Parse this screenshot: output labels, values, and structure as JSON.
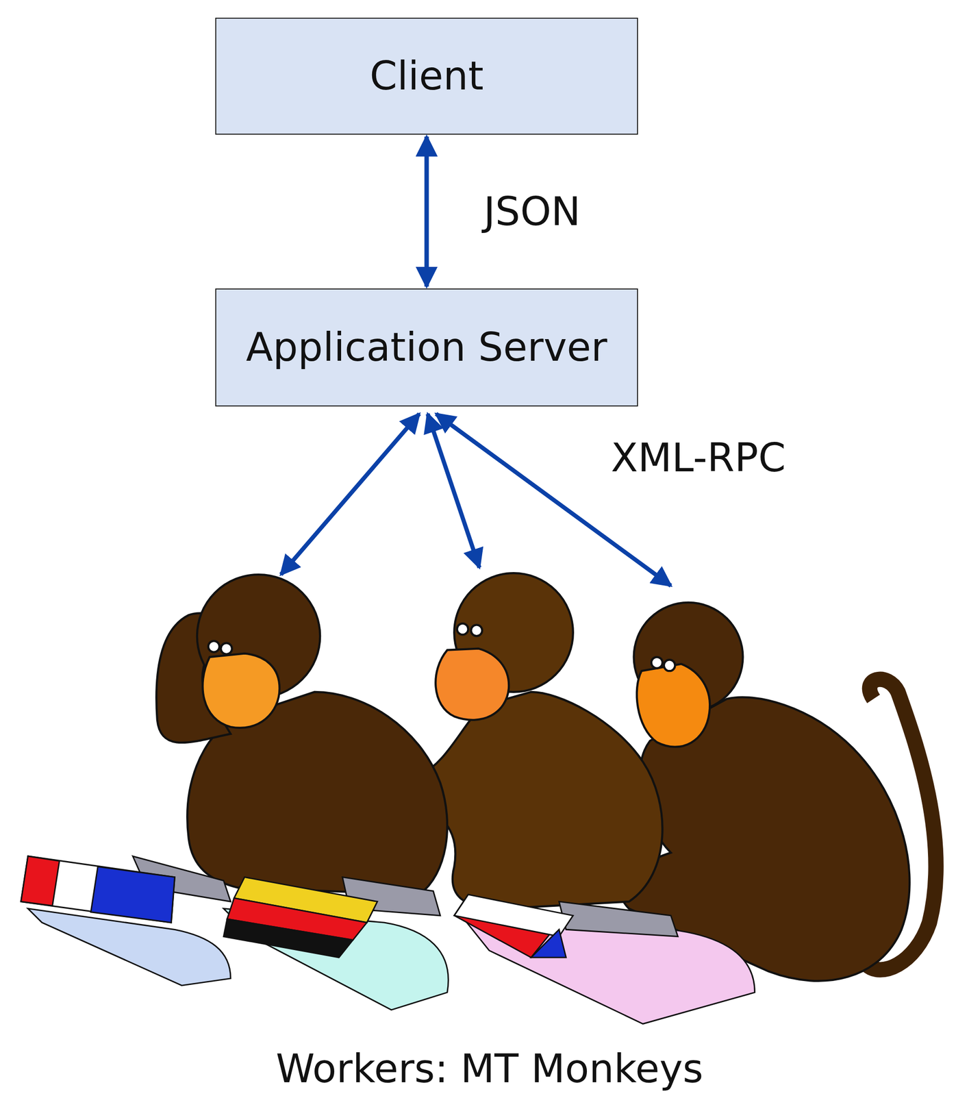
{
  "diagram": {
    "caption": "Workers: MT Monkeys",
    "nodes": [
      {
        "text": [
          "Client"
        ]
      },
      {
        "text": [
          "Application Server"
        ]
      }
    ],
    "edges": [
      {
        "from": 0,
        "to": 1,
        "label": "JSON",
        "arrow": "both"
      }
    ],
    "labels": [
      "XML-RPC"
    ]
  }
}
